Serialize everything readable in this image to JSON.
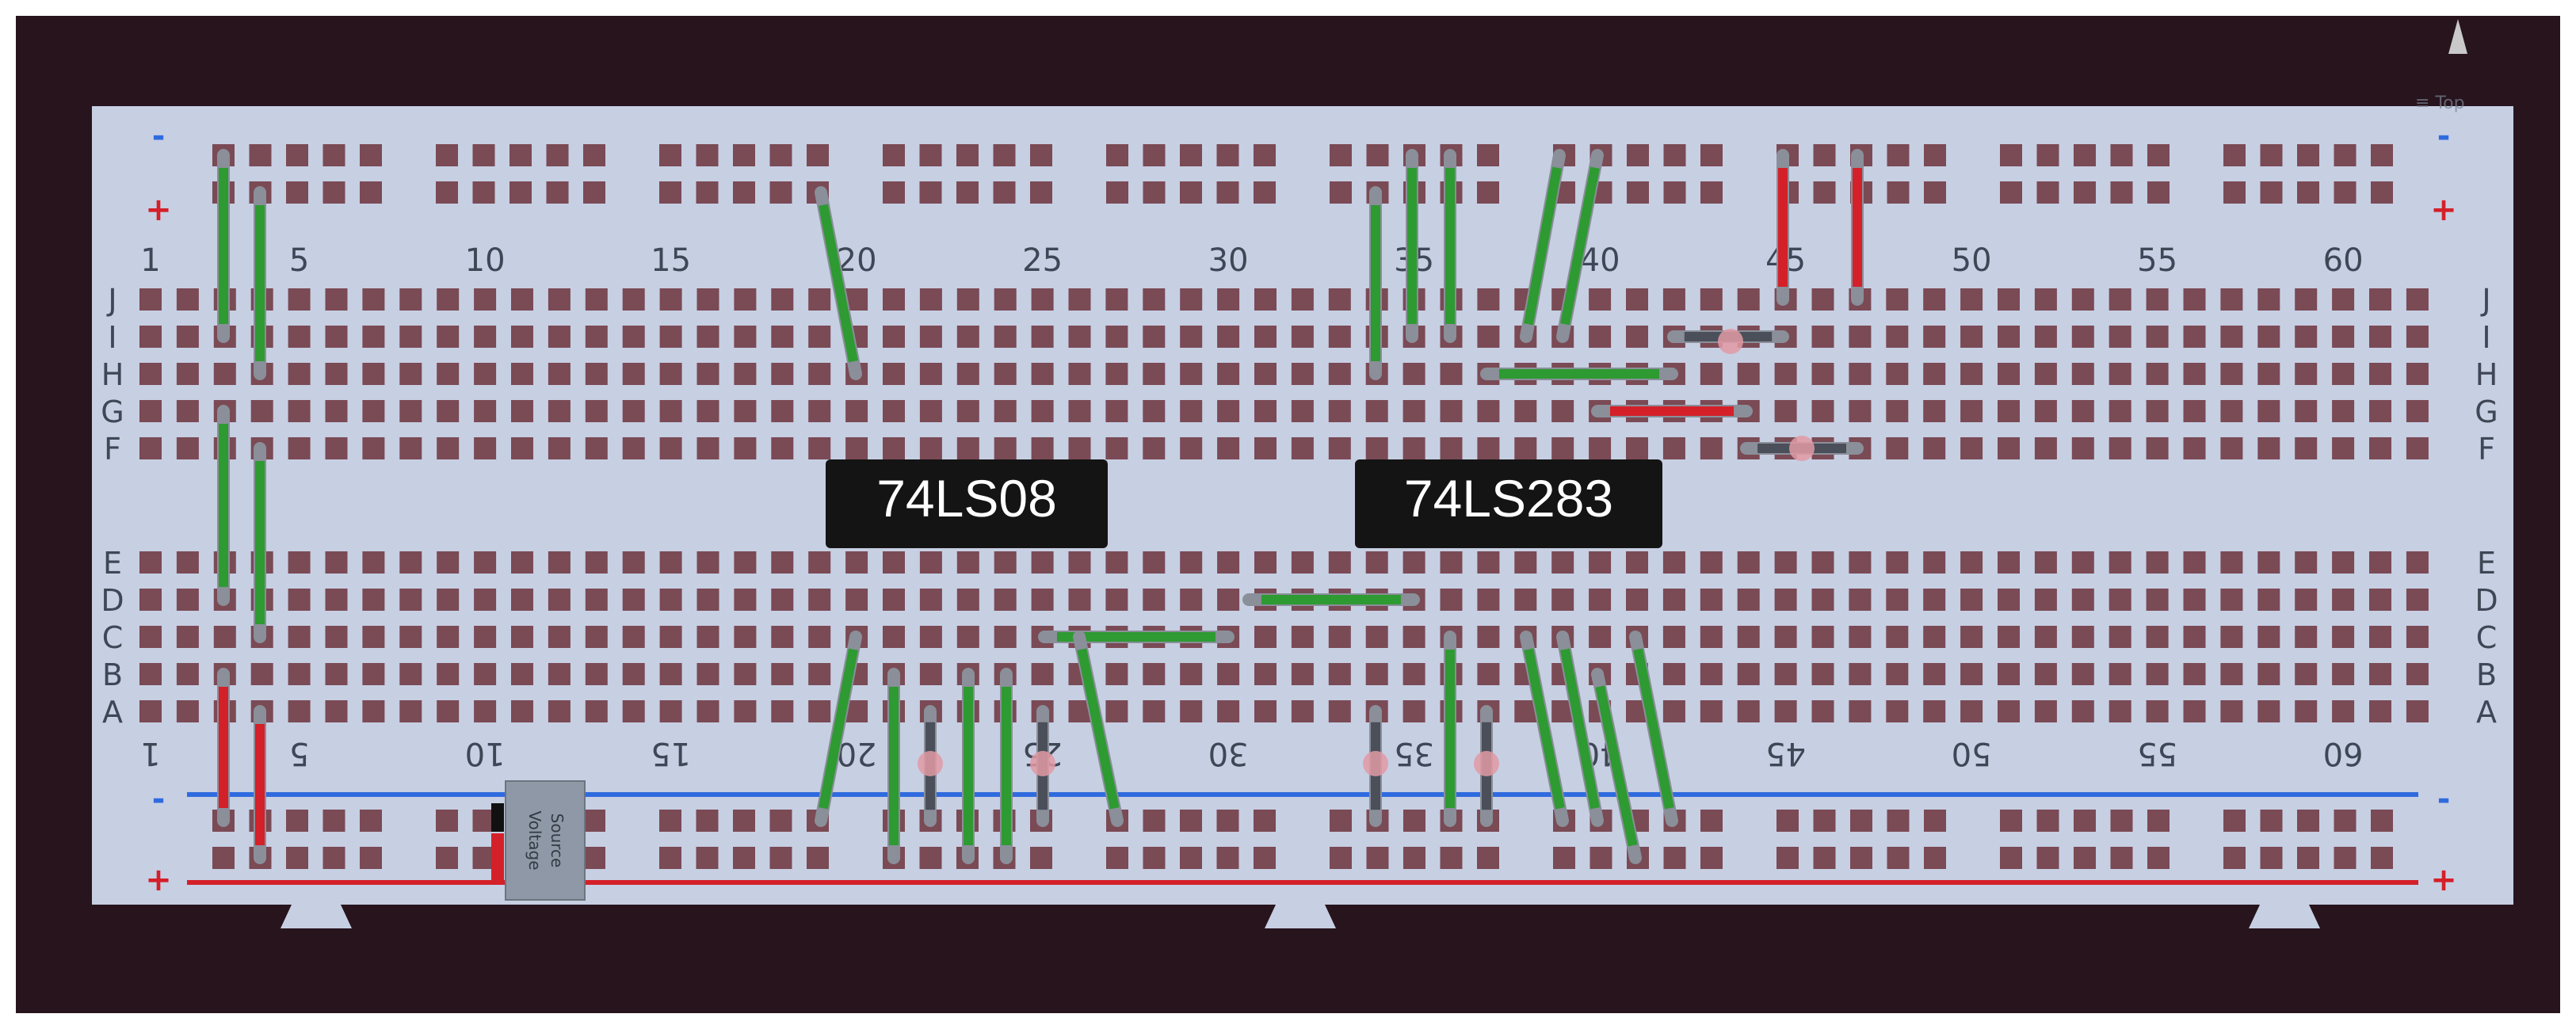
{
  "app": {
    "menu_hint": "≡ Top"
  },
  "board": {
    "rail_minus": "-",
    "rail_plus": "+",
    "column_numbers": [
      "1",
      "5",
      "10",
      "15",
      "20",
      "25",
      "30",
      "35",
      "40",
      "45",
      "50",
      "55",
      "60"
    ],
    "rows_top": [
      "J",
      "I",
      "H",
      "G",
      "F"
    ],
    "rows_bottom": [
      "E",
      "D",
      "C",
      "B",
      "A"
    ]
  },
  "chips": [
    {
      "label": "74LS08"
    },
    {
      "label": "74LS283"
    }
  ],
  "source": {
    "line1": "Voltage",
    "line2": "Source"
  },
  "colors": {
    "frame": "#27141d",
    "board": "#c7cfe3",
    "hole": "#7a4a55",
    "wire_green": "#2e9a32",
    "wire_red": "#d42029",
    "rail_blue": "#2f6bdf",
    "rail_red": "#d42029",
    "chip": "#141414",
    "source_box": "#8f98a6"
  },
  "icons": [
    "scroll-up-arrow-icon"
  ]
}
